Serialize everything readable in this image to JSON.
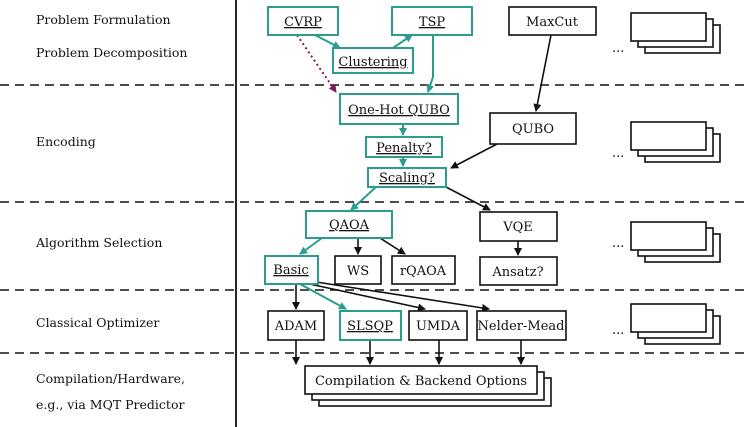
{
  "layers": [
    "Problem Formulation",
    "Problem Decomposition",
    "Encoding",
    "Algorithm Selection",
    "Classical Optimizer",
    "Compilation/Hardware,",
    "e.g., via MQT Predictor"
  ],
  "nodes": {
    "cvrp": "CVRP",
    "tsp": "TSP",
    "maxcut": "MaxCut",
    "clustering": "Clustering",
    "onehot": "One-Hot QUBO",
    "qubo": "QUBO",
    "penalty": "Penalty?",
    "scaling": "Scaling?",
    "qaoa": "QAOA",
    "vqe": "VQE",
    "basic": "Basic",
    "ws": "WS",
    "rqaoa": "rQAOA",
    "ansatz": "Ansatz?",
    "adam": "ADAM",
    "slsqp": "SLSQP",
    "umda": "UMDA",
    "nelder": "Nelder-Mead",
    "compilation": "Compilation & Backend Options"
  },
  "ellipsis": "...",
  "colors": {
    "highlight": "#2a9d8f",
    "dotted_arrow": "#7b1f4e",
    "default": "#111111"
  }
}
